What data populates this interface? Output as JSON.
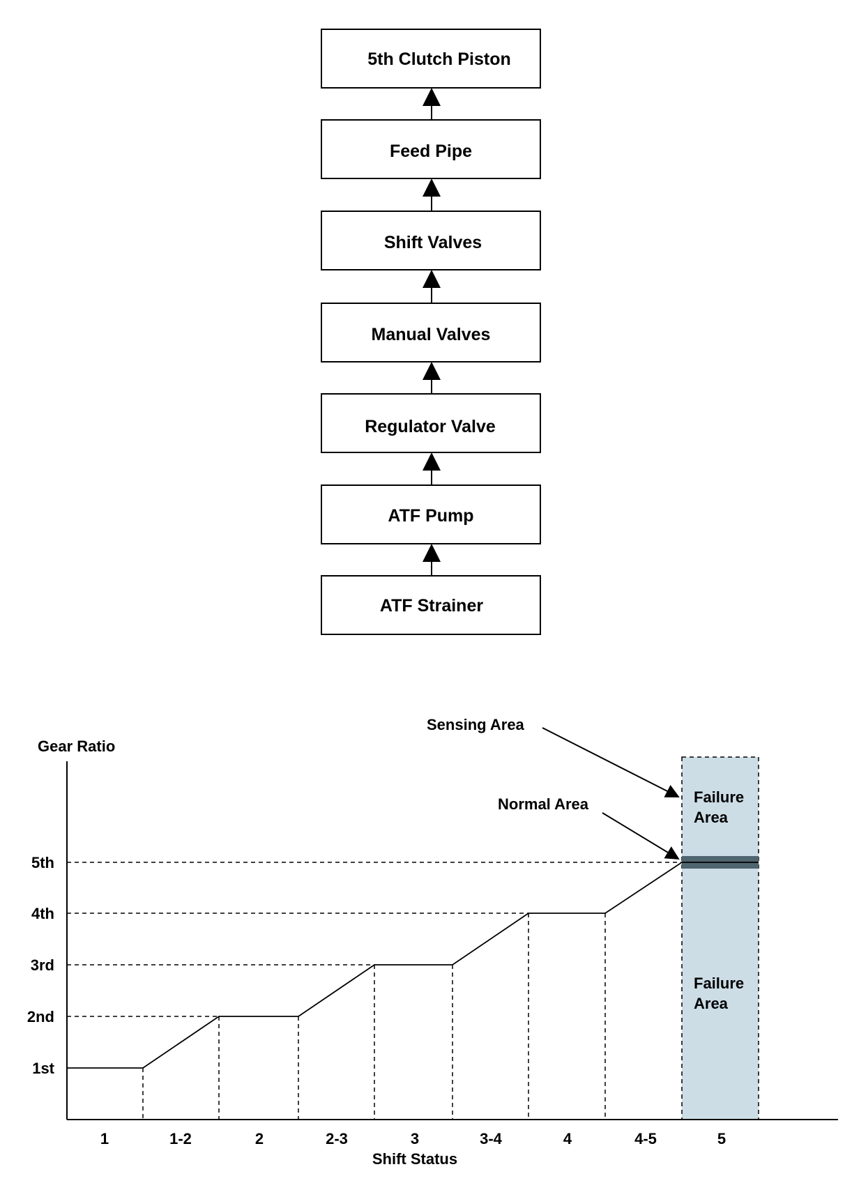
{
  "flow": {
    "boxes": [
      {
        "label": "5th Clutch Piston"
      },
      {
        "label": "Feed Pipe"
      },
      {
        "label": "Shift Valves"
      },
      {
        "label": "Manual Valves"
      },
      {
        "label": "Regulator Valve"
      },
      {
        "label": "ATF Pump"
      },
      {
        "label": "ATF Strainer"
      }
    ],
    "direction": "bottom-to-top"
  },
  "chart": {
    "ylabel": "Gear Ratio",
    "xlabel": "Shift Status",
    "annotations": {
      "sensing_area": "Sensing Area",
      "normal_area": "Normal Area",
      "failure_upper_line1": "Failure",
      "failure_upper_line2": "Area",
      "failure_lower_line1": "Failure",
      "failure_lower_line2": "Area"
    },
    "colors": {
      "failure_fill": "#ccdde6",
      "normal_band": "#4f6570",
      "line": "#000000"
    }
  },
  "chart_data": {
    "type": "line",
    "xlabel": "Shift Status",
    "ylabel": "Gear Ratio",
    "categories": [
      "1",
      "1-2",
      "2",
      "2-3",
      "3",
      "3-4",
      "4",
      "4-5",
      "5"
    ],
    "y_ticks": [
      "1st",
      "2nd",
      "3rd",
      "4th",
      "5th"
    ],
    "series": [
      {
        "points": [
          {
            "x": "1",
            "y": "1st"
          },
          {
            "x": "1-2",
            "y": "2nd"
          },
          {
            "x": "2",
            "y": "2nd"
          },
          {
            "x": "2-3",
            "y": "3rd"
          },
          {
            "x": "3",
            "y": "3rd"
          },
          {
            "x": "3-4",
            "y": "4th"
          },
          {
            "x": "4",
            "y": "4th"
          },
          {
            "x": "4-5",
            "y": "5th"
          },
          {
            "x": "5",
            "y": "5th"
          }
        ]
      }
    ],
    "highlight_region": {
      "x": "5",
      "normal": "5th"
    }
  }
}
